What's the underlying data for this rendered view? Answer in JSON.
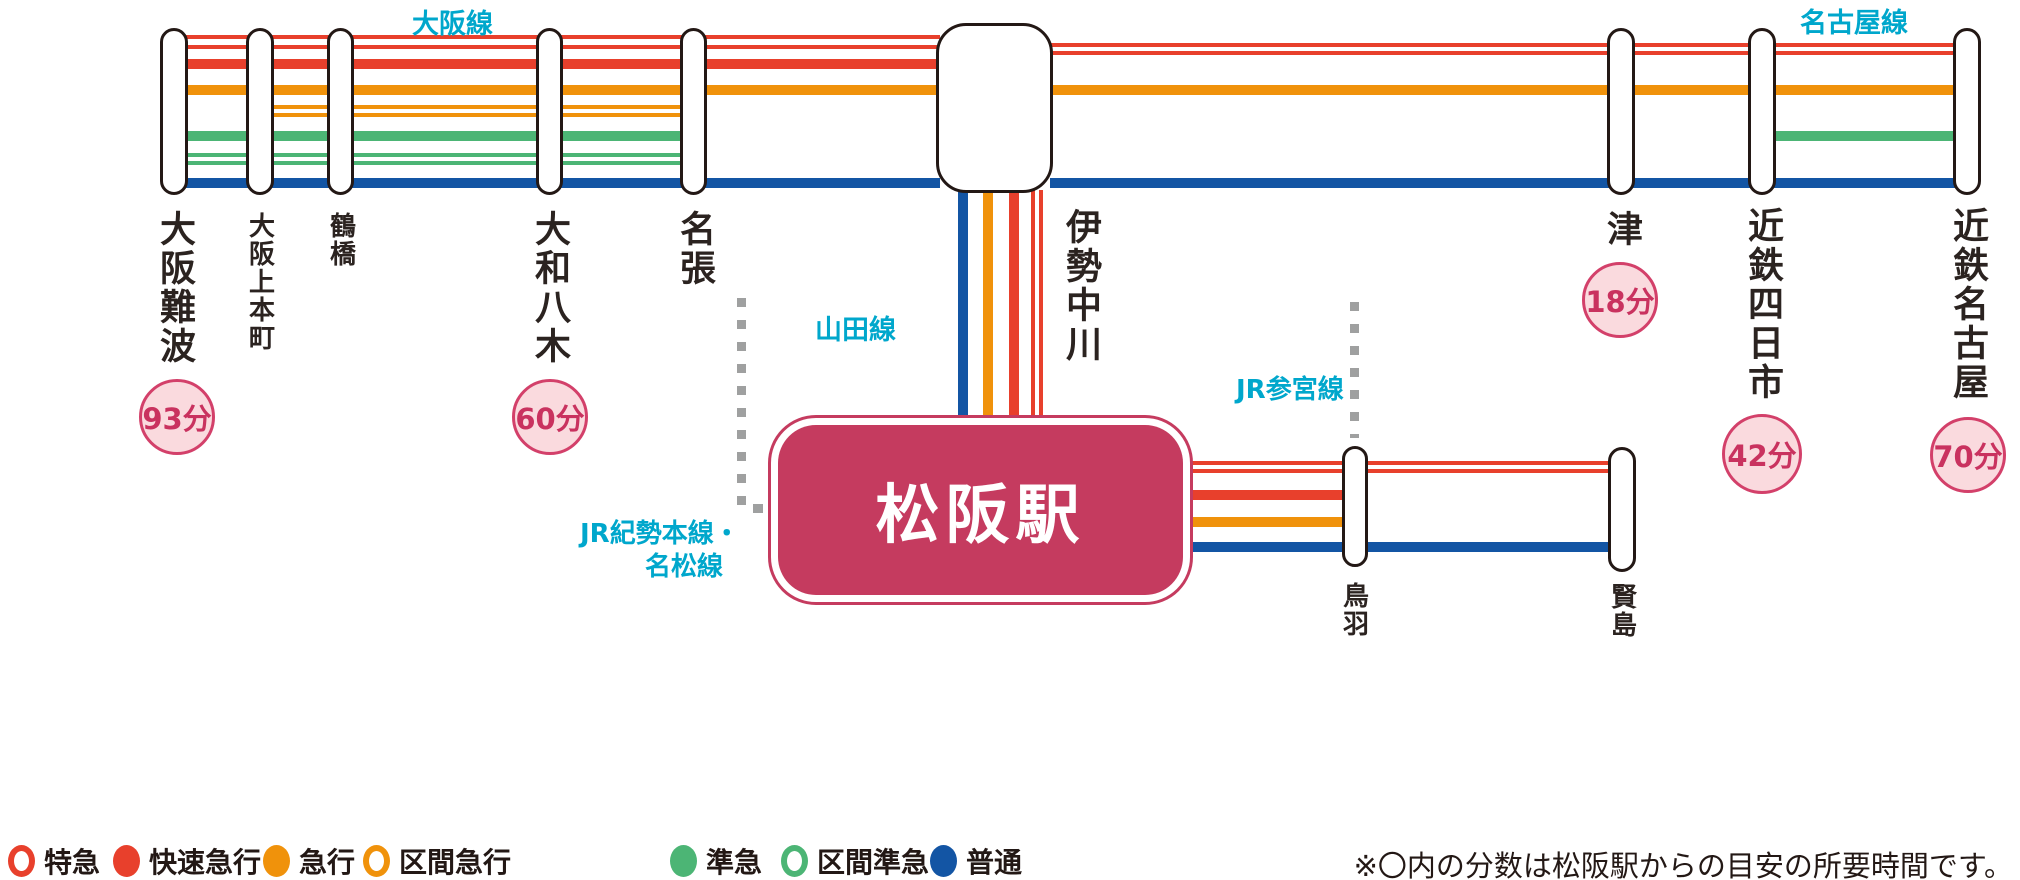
{
  "line_labels": {
    "osaka": "大阪線",
    "nagoya": "名古屋線",
    "yamada": "山田線",
    "sangu": "JR参宮線",
    "kisei_line1": "JR紀勢本線・",
    "kisei_line2": "名松線"
  },
  "stations": {
    "namba": {
      "name": "大阪難波",
      "badge": "93分"
    },
    "uehommachi": {
      "name": "大阪上本町"
    },
    "tsuruhashi": {
      "name": "鶴橋"
    },
    "yamatoyagi": {
      "name": "大和八木",
      "badge": "60分"
    },
    "nabari": {
      "name": "名張"
    },
    "isenakagawa": {
      "name": "伊勢中川"
    },
    "tsu": {
      "name": "津",
      "badge": "18分"
    },
    "yokkaichi": {
      "name": "近鉄四日市",
      "badge": "42分"
    },
    "nagoya": {
      "name": "近鉄名古屋",
      "badge": "70分"
    },
    "toba": {
      "name": "鳥羽"
    },
    "kashikojima": {
      "name": "賢島"
    },
    "matsusaka": {
      "name": "松阪駅"
    }
  },
  "legend": {
    "items": [
      {
        "label": "特急",
        "style": "ring",
        "color": "#e8402c"
      },
      {
        "label": "快速急行",
        "style": "fill",
        "color": "#e8402c"
      },
      {
        "label": "急行",
        "style": "fill",
        "color": "#f0920b"
      },
      {
        "label": "区間急行",
        "style": "ring",
        "color": "#f0920b"
      },
      {
        "label": "準急",
        "style": "fill",
        "color": "#4cb575"
      },
      {
        "label": "区間準急",
        "style": "ring",
        "color": "#4cb575"
      },
      {
        "label": "普通",
        "style": "fill",
        "color": "#1355a4"
      }
    ]
  },
  "note": "※〇内の分数は松阪駅からの目安の所要時間です。",
  "colors": {
    "limited_express_red": "#e8402c",
    "express_orange": "#f0920b",
    "semi_express_green": "#4cb575",
    "local_blue": "#1355a4",
    "line_name_cyan": "#00a7cc",
    "matsusaka_crimson": "#c53b5f",
    "badge_fill_pink": "#fadade",
    "dash_gray": "#9fa0a0",
    "outline_black": "#231815"
  }
}
